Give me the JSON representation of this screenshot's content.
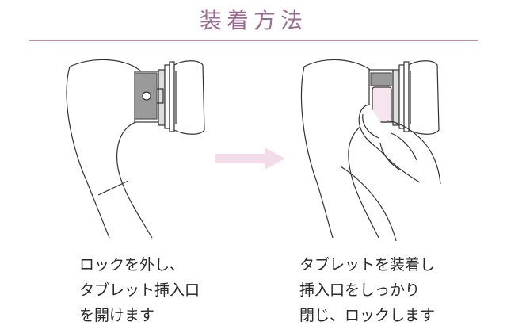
{
  "title": "装着方法",
  "steps": [
    {
      "lines": [
        "ロックを外し、",
        "タブレット挿入口",
        "を開けます"
      ]
    },
    {
      "lines": [
        "タブレットを装着し",
        "挿入口をしっかり",
        "閉じ、ロックします"
      ]
    }
  ],
  "colors": {
    "title": "#9b6a92",
    "rule": "#b98fb0",
    "arrow": "#f2dcea",
    "line_art": "#333333",
    "tablet": "#f6e4ee"
  },
  "icons": [
    "showerhead-unlocked",
    "arrow-right",
    "showerhead-with-tablet-hand"
  ]
}
